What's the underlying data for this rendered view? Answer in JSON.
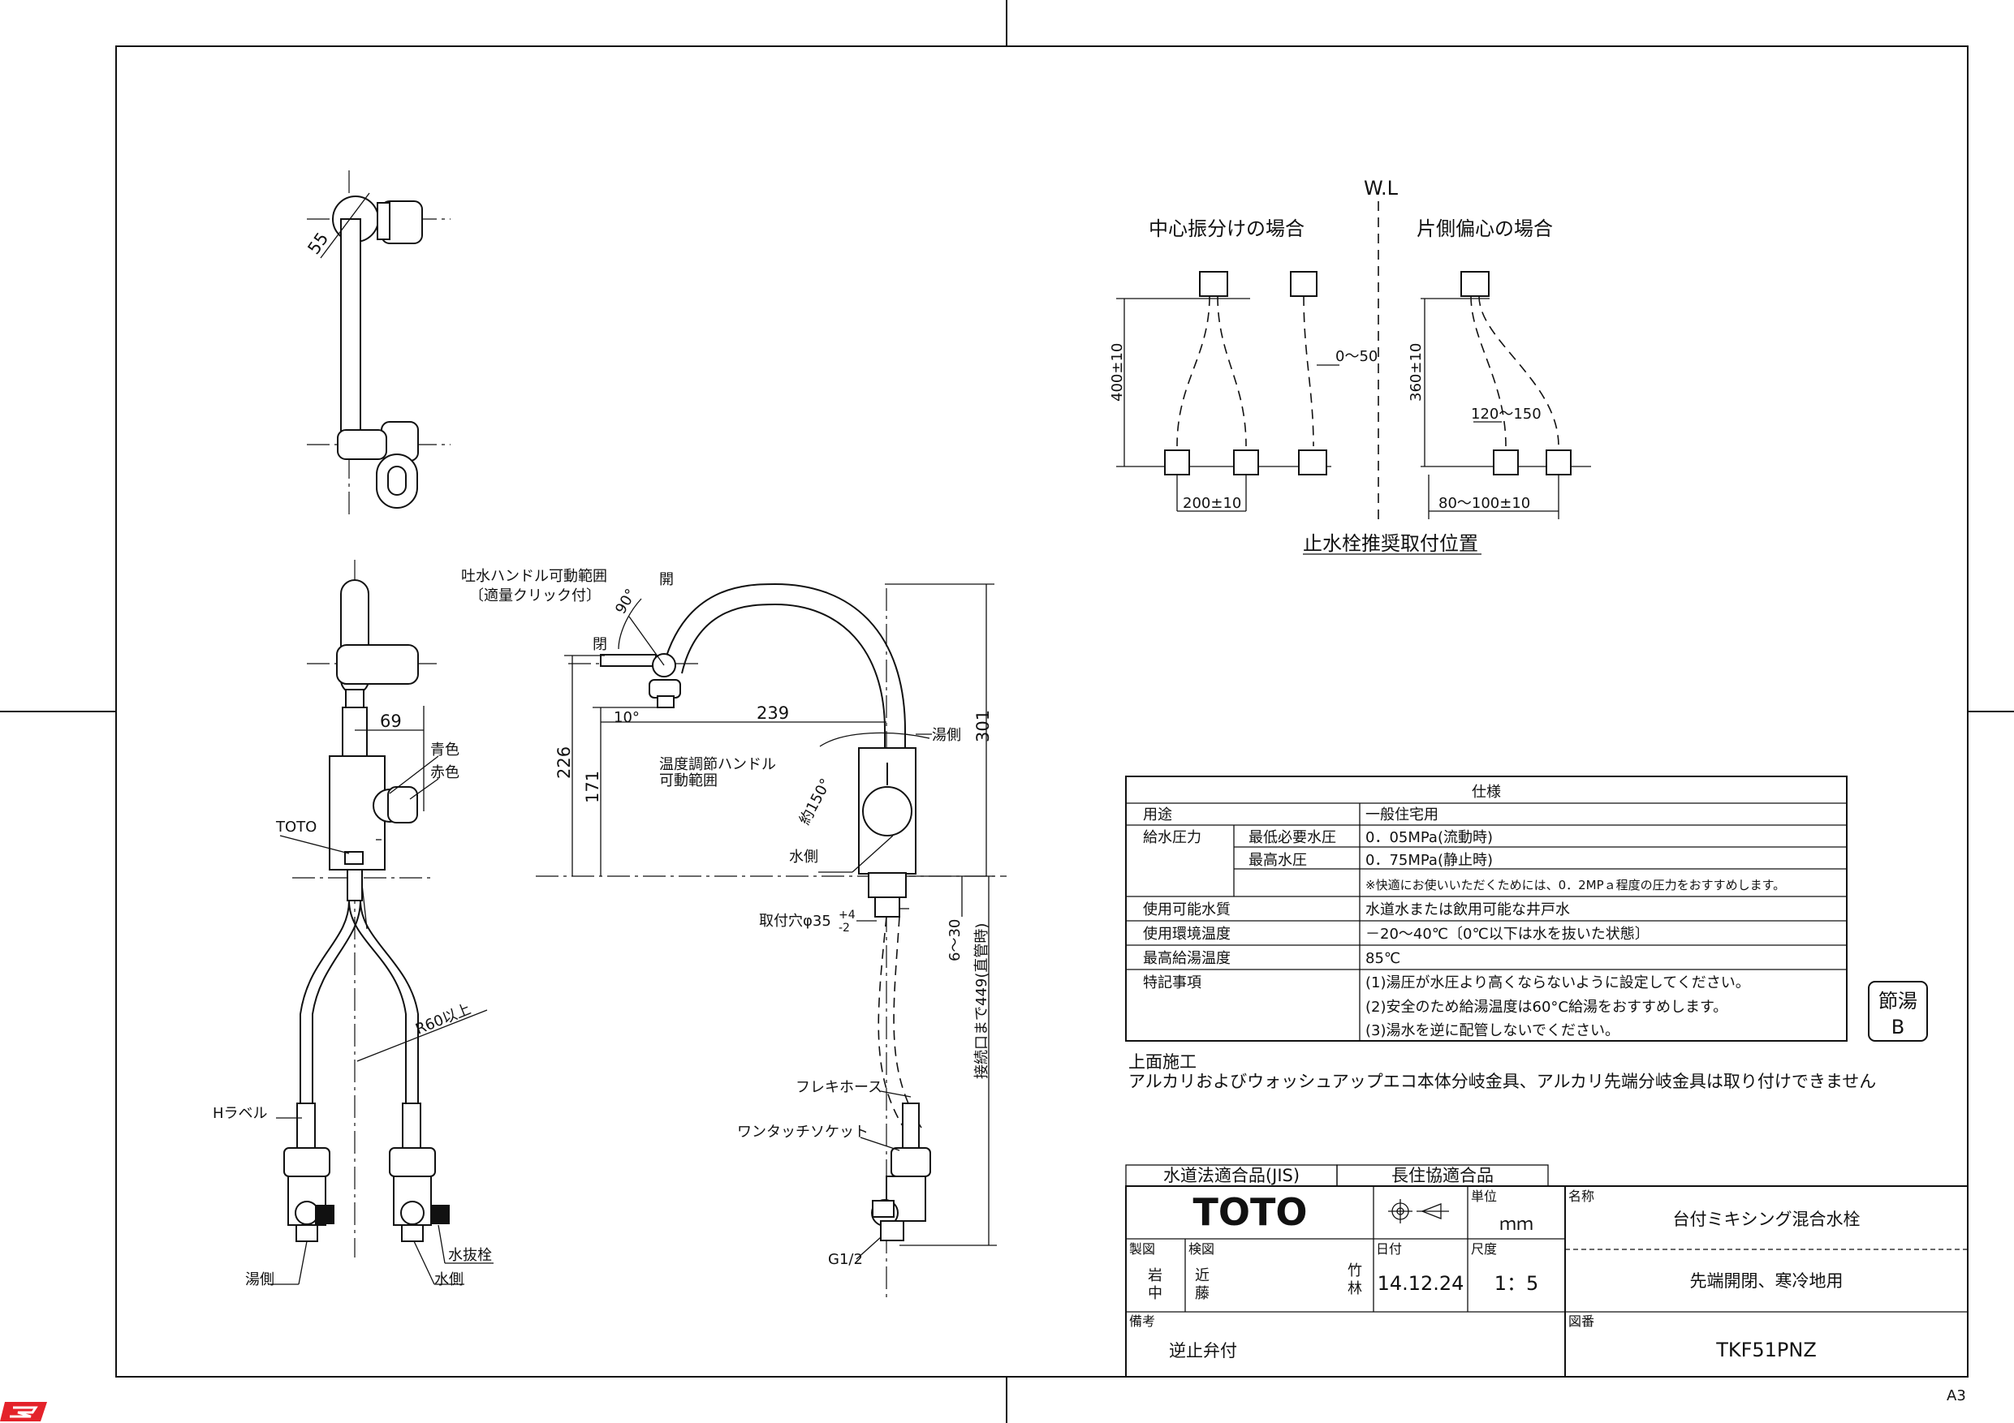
{
  "icons": {
    "corner_logo": "red-brand-logo-icon",
    "projection": "third-angle-projection-icon"
  },
  "colors": {
    "ink": "#111111",
    "paper": "#ffffff",
    "logo": "#e4222a"
  },
  "wl": {
    "label": "W.L",
    "center_title": "中心振分けの場合",
    "offset_title": "片側偏心の場合",
    "dim_400": "400±10",
    "dim_0_50": "0～50",
    "dim_360": "360±10",
    "dim_120_150": "120～150",
    "dim_200": "200±10",
    "dim_80_100": "80～100±10",
    "caption": "止水栓推奨取付位置"
  },
  "top_view": {
    "dim_55": "55"
  },
  "front_view": {
    "dim_69": "69",
    "blue": "青色",
    "red": "赤色",
    "toto": "TOTO",
    "r60": "R60以上",
    "h_label": "Hラベル",
    "hot_side": "湯側",
    "water_side": "水側",
    "drain_valve": "水抜栓"
  },
  "side_view": {
    "spout_range_1": "吐水ハンドル可動範囲",
    "spout_range_2": "〔適量クリック付〕",
    "angle_90": "90°",
    "open": "開",
    "close": "閉",
    "angle_10": "10°",
    "dim_239": "239",
    "dim_301": "301",
    "dim_226": "226",
    "dim_171": "171",
    "temp_range_1": "温度調節ハンドル",
    "temp_range_2": "可動範囲",
    "angle_150": "約150°",
    "hot_side": "湯側",
    "water_side": "水側",
    "mount_hole": "取付穴φ35",
    "tol_plus": "+4",
    "tol_minus": "-2",
    "dim_6_30": "6～30",
    "dim_449": "接続口まで449(直管時)",
    "flex_hose": "フレキホース",
    "one_touch": "ワンタッチソケット",
    "g12": "G1/2"
  },
  "spec": {
    "title": "仕様",
    "rows": [
      {
        "label": "用途",
        "sub": "",
        "value": "一般住宅用"
      },
      {
        "label": "給水圧力",
        "sub": "最低必要水圧",
        "value": "0．05MPa(流動時)"
      },
      {
        "label": "",
        "sub": "最高水圧",
        "value": "0．75MPa(静止時)"
      },
      {
        "label": "",
        "sub": "",
        "value": "※快適にお使いいただくためには、0．2MPａ程度の圧力をおすすめします。"
      },
      {
        "label": "使用可能水質",
        "sub": "",
        "value": "水道水または飲用可能な井戸水"
      },
      {
        "label": "使用環境温度",
        "sub": "",
        "value": "－20～40℃〔0℃以下は水を抜いた状態〕"
      },
      {
        "label": "最高給湯温度",
        "sub": "",
        "value": "85℃"
      },
      {
        "label": "特記事項",
        "sub": "",
        "value": "(1)湯圧が水圧より高くならないように設定してください。"
      },
      {
        "label": "",
        "sub": "",
        "value": "(2)安全のため給湯温度は60°C給湯をおすすめします。"
      },
      {
        "label": "",
        "sub": "",
        "value": "(3)湯水を逆に配管しないでください。"
      }
    ]
  },
  "badge": {
    "line1": "節湯",
    "line2": "B"
  },
  "notes": {
    "line1": "上面施工",
    "line2": "アルカリおよびウォッシュアップエコ本体分岐金具、アルカリ先端分岐金具は取り付けできません"
  },
  "title_block": {
    "jis": "水道法適合品(JIS)",
    "choju": "長住協適合品",
    "brand": "TOTO",
    "unit_label": "単位",
    "unit": "ｍｍ",
    "name_label": "名称",
    "name1": "台付ミキシング混合水栓",
    "name2": "先端開閉、寒冷地用",
    "drawn_label": "製図",
    "drawn1": "岩",
    "drawn2": "中",
    "checked_label": "検図",
    "checked1": "近",
    "checked2": "藤",
    "checked3": "竹",
    "checked4": "林",
    "date_label": "日付",
    "date": "14.12.24",
    "scale_label": "尺度",
    "scale": "1：5",
    "remarks_label": "備考",
    "remarks": "逆止弁付",
    "dwg_label": "図番",
    "dwg_no": "TKF51PNZ"
  },
  "sheet": "A3"
}
